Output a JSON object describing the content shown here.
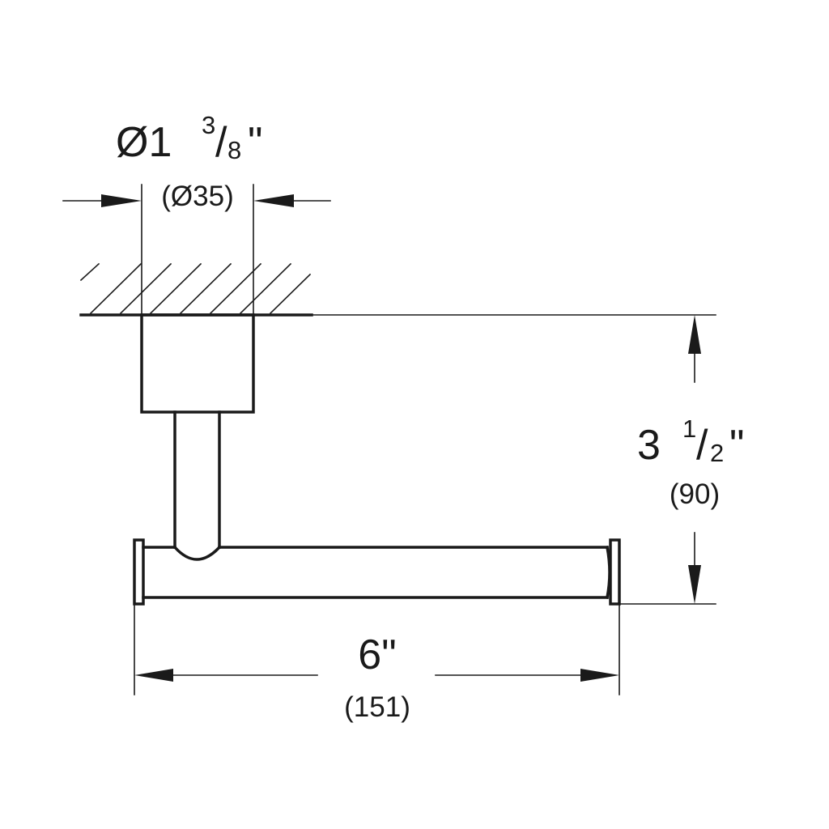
{
  "diagram": {
    "line_color": "#1a1a1a",
    "background_color": "#ffffff",
    "dimensions": {
      "diameter": {
        "symbol": "Ø1",
        "fraction_numerator": "3",
        "fraction_slash": "/",
        "fraction_denominator": "8",
        "inch_mark": "\"",
        "metric": "(Ø35)"
      },
      "height": {
        "whole": "3",
        "fraction_numerator": "1",
        "fraction_slash": "/",
        "fraction_denominator": "2",
        "inch_mark": "\"",
        "metric": "(90)"
      },
      "width": {
        "value": "6\"",
        "metric": "(151)"
      }
    }
  }
}
